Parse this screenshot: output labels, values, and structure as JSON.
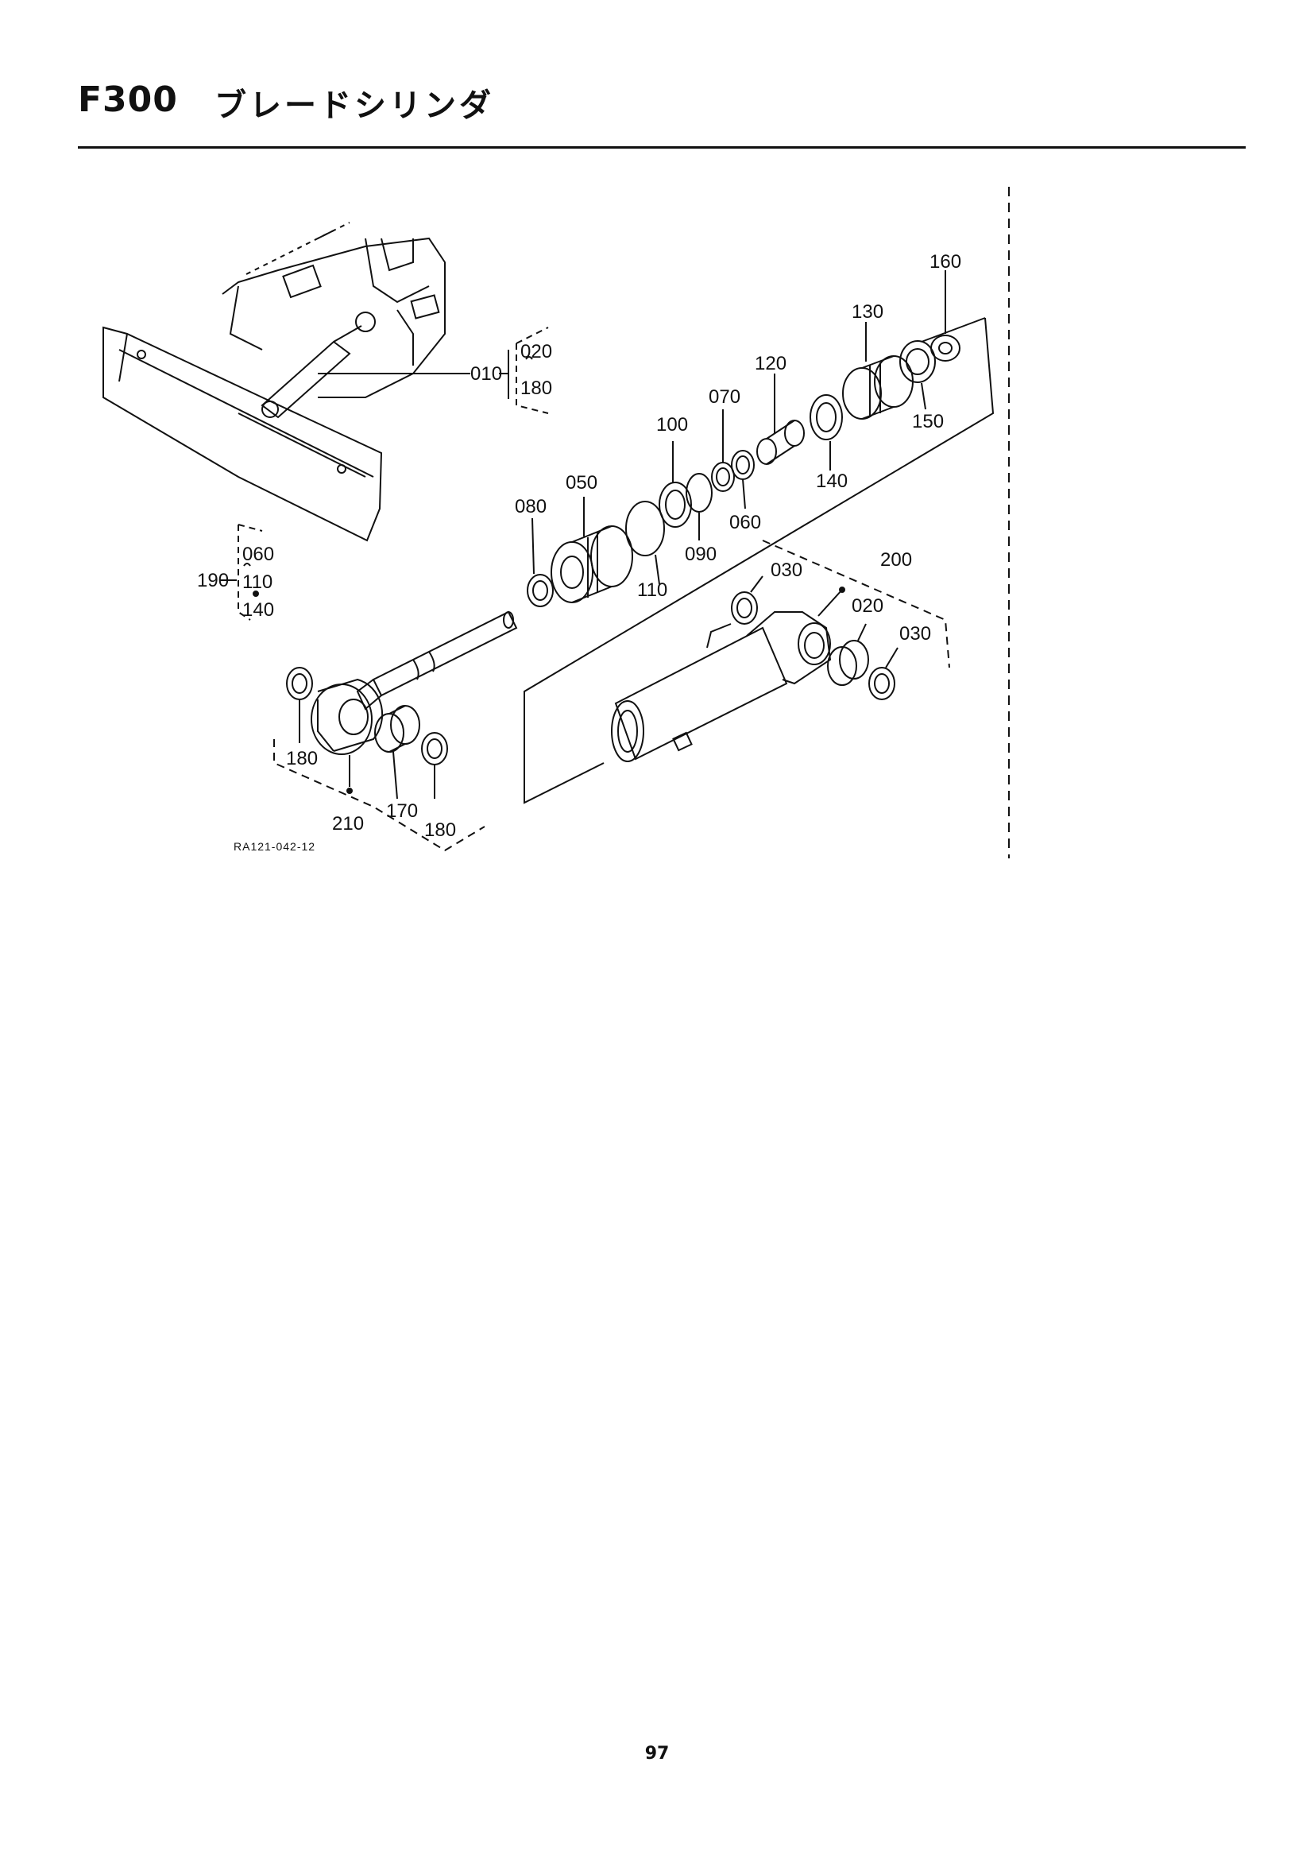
{
  "header": {
    "section_code": "F300",
    "section_title": "ブレードシリンダ"
  },
  "diagram": {
    "drawing_number": "RA121-042-12",
    "callouts": {
      "c010": "010",
      "c020_top": "020",
      "c180_top": "180",
      "c160": "160",
      "c130": "130",
      "c120": "120",
      "c070": "070",
      "c100": "100",
      "c150": "150",
      "c140_right": "140",
      "c050": "050",
      "c080": "080",
      "c060_mid": "060",
      "c090": "090",
      "c110_mid": "110",
      "c030_top": "030",
      "c200": "200",
      "c020_right": "020",
      "c030_right": "030",
      "c190": "190",
      "c060_left": "060",
      "c110_left": "110",
      "c140_left": "140",
      "c180_left": "180",
      "c170": "170",
      "c180_bottom": "180",
      "c210": "210"
    }
  },
  "footer": {
    "page_number": "97"
  }
}
